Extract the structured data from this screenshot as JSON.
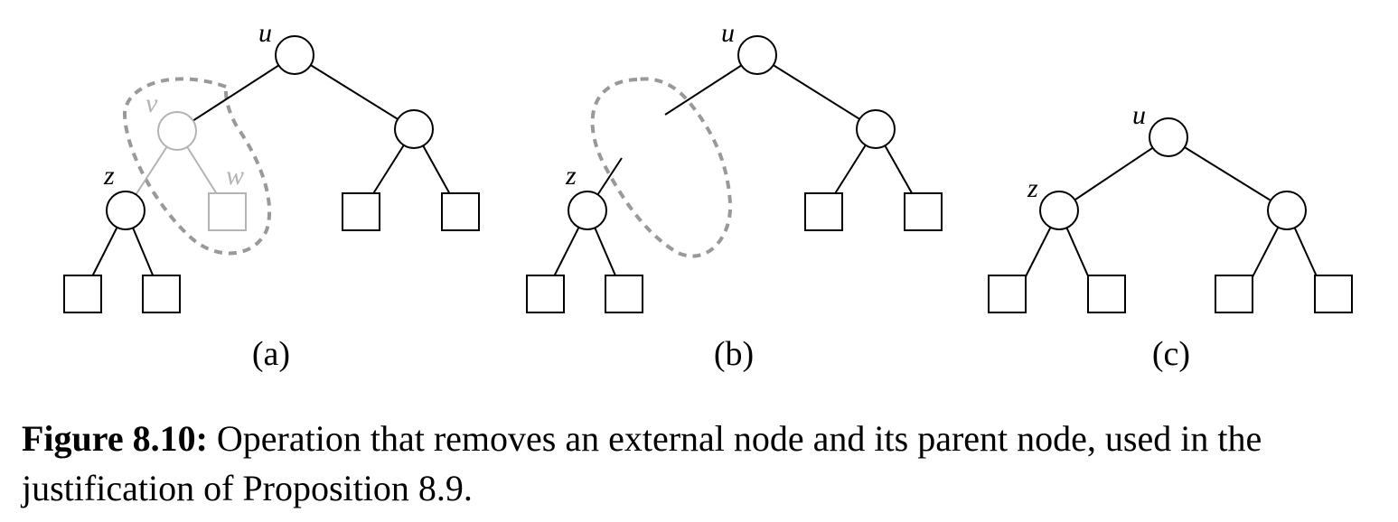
{
  "colors": {
    "line": "#000000",
    "removed": "#b3b3b3",
    "dashed_outline": "#999999",
    "background": "#ffffff"
  },
  "panels": {
    "a": {
      "label": "(a)",
      "node_labels": {
        "u": "u",
        "v": "v",
        "z": "z",
        "w": "w"
      }
    },
    "b": {
      "label": "(b)",
      "node_labels": {
        "u": "u",
        "z": "z"
      }
    },
    "c": {
      "label": "(c)",
      "node_labels": {
        "u": "u",
        "z": "z"
      }
    }
  },
  "caption": {
    "figure_label": "Figure 8.10:",
    "text": "Operation that removes an external node and its parent node, used in the justification of Proposition 8.9."
  }
}
